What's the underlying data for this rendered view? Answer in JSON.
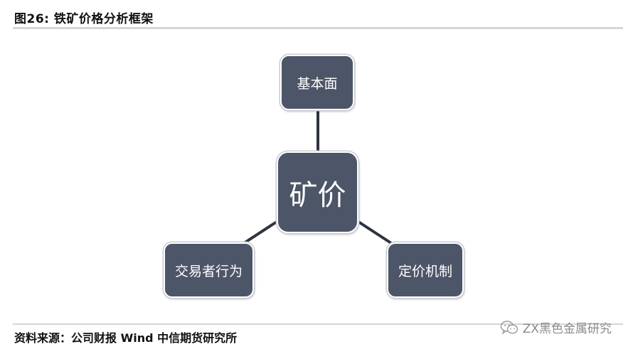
{
  "figure": {
    "title": "图26:  铁矿价格分析框架"
  },
  "diagram": {
    "center": "矿价",
    "top": "基本面",
    "left": "交易者行为",
    "right": "定价机制"
  },
  "footer": {
    "source": "资料来源：公司财报 Wind 中信期货研究所",
    "watermark": "ZX黑色金属研究"
  },
  "colors": {
    "node_fill": "#4d5568",
    "connector": "#2e3340",
    "rule": "#d5d5d5",
    "watermark": "#8a8a8a"
  },
  "icons": {
    "watermark": "wechat-icon"
  }
}
